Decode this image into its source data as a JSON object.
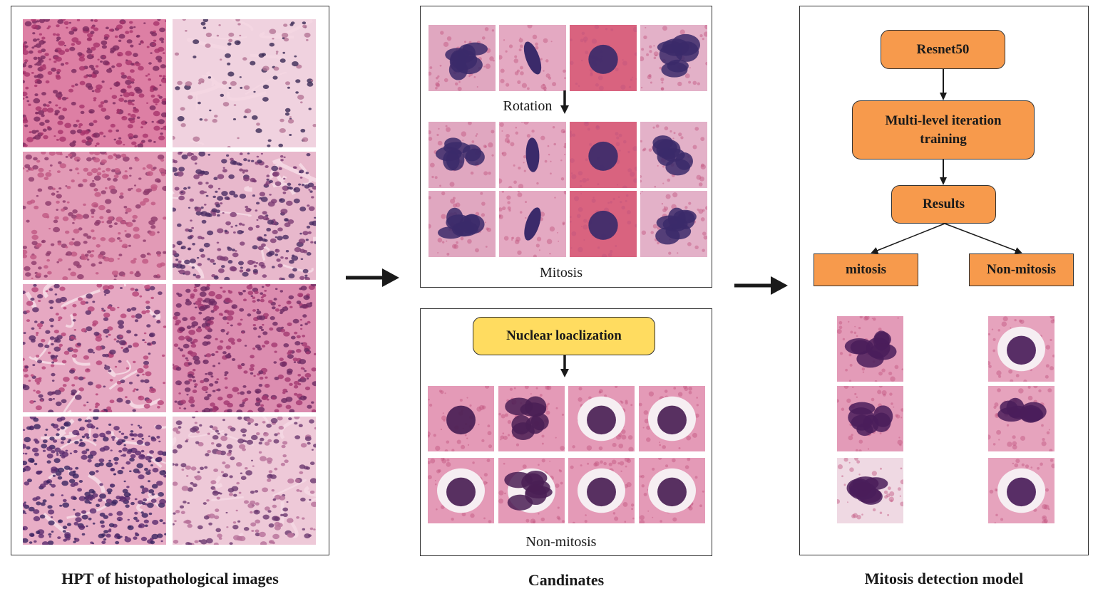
{
  "captions": {
    "hpt": "HPT of histopathological images",
    "candidates": "Candinates",
    "model": "Mitosis detection model"
  },
  "candidates_panel": {
    "rotation_label": "Rotation",
    "mitosis_label": "Mitosis",
    "nuclear_box": "Nuclear loaclization",
    "non_mitosis_label": "Non-mitosis"
  },
  "model_panel": {
    "resnet": "Resnet50",
    "training": "Multi-level iteration training",
    "results": "Results",
    "mitosis": "mitosis",
    "non_mitosis": "Non-mitosis"
  },
  "colors": {
    "orange_box": "#f79a4c",
    "yellow_box": "#ffdc60",
    "tissue_pink": "#e7a9c1",
    "nucleus_purple": "#3d2060"
  }
}
